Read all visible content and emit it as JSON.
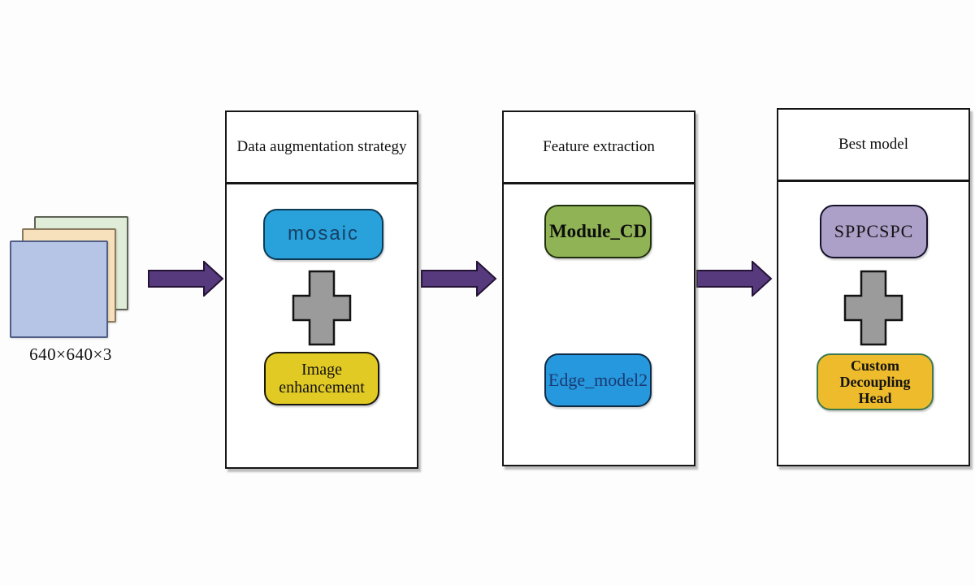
{
  "figure": {
    "input": {
      "dimension_label": "640×640×3",
      "layers": [
        {
          "name": "back",
          "fill": "#dfecd8",
          "border": "#5d6355"
        },
        {
          "name": "middle",
          "fill": "#f7e1bd",
          "border": "#8a7a5f"
        },
        {
          "name": "front",
          "fill": "#b6c5e6",
          "border": "#515e85"
        }
      ]
    },
    "arrow": {
      "fill": "#573a7e",
      "outline": "#241335"
    },
    "plus": {
      "fill": "#9b9b9b",
      "outline": "#131313"
    },
    "panels": [
      {
        "title": "Data augmentation strategy",
        "items": [
          {
            "label": "mosaic",
            "fill": "#29a2dc",
            "border": "#0d3a55",
            "text_color": "#173f63"
          },
          {
            "label": "Image enhancement",
            "fill": "#e2ca25",
            "border": "#181810",
            "text_color": "#121212"
          }
        ]
      },
      {
        "title": "Feature extraction",
        "items": [
          {
            "label": "Module_CD",
            "fill": "#90b455",
            "border": "#20300e",
            "text_color": "#0e0e0e"
          },
          {
            "label": "Edge_model2",
            "fill": "#2698dd",
            "border": "#0e2a44",
            "text_color": "#1b3a74"
          }
        ]
      },
      {
        "title": "Best model",
        "items": [
          {
            "label": "SPPCSPC",
            "fill": "#aca0c8",
            "border": "#16122a",
            "text_color": "#121212"
          },
          {
            "label": "Custom Decoupling Head",
            "fill": "#edbb2b",
            "border": "#3e7852",
            "text_color": "#131313"
          }
        ]
      }
    ]
  }
}
